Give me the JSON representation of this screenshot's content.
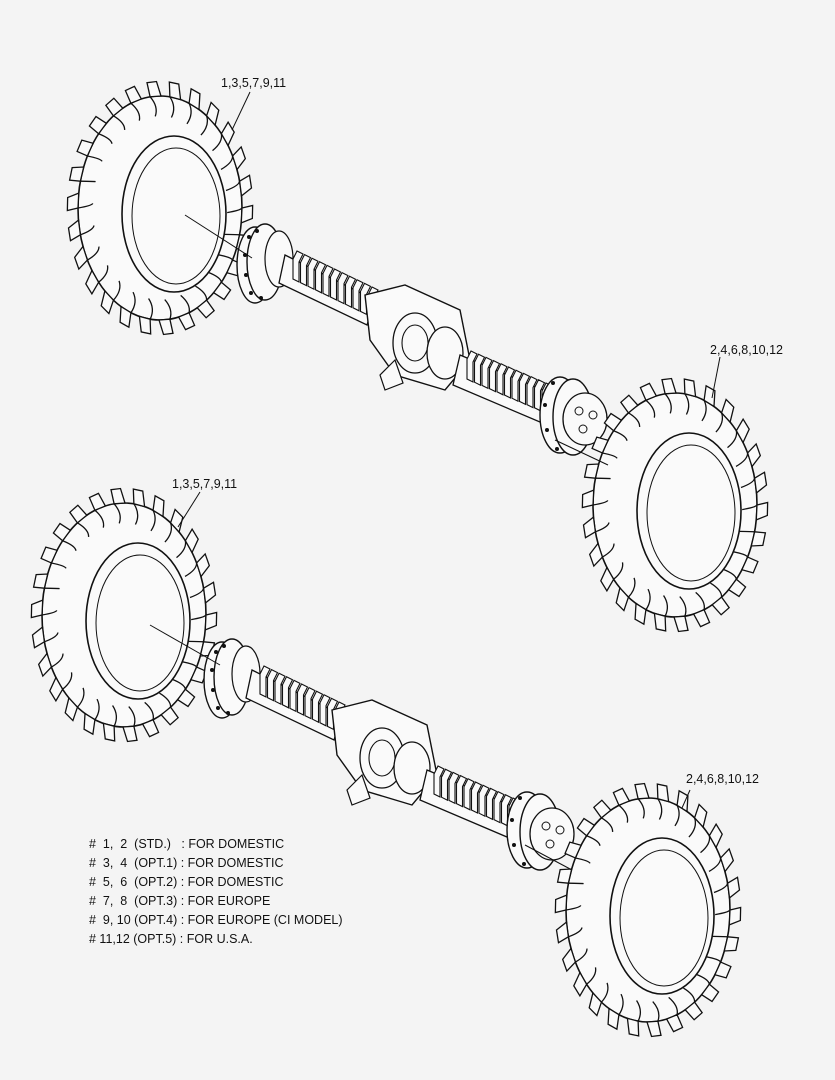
{
  "callouts": {
    "top_left_wheel": "1,3,5,7,9,11",
    "top_right_wheel": "2,4,6,8,10,12",
    "bottom_left_wheel": "1,3,5,7,9,11",
    "bottom_right_wheel": "2,4,6,8,10,12"
  },
  "legend": {
    "rows": [
      "#  1,  2  (STD.)   : FOR DOMESTIC",
      "#  3,  4  (OPT.1) : FOR DOMESTIC",
      "#  5,  6  (OPT.2) : FOR DOMESTIC",
      "#  7,  8  (OPT.3) : FOR EUROPE",
      "#  9, 10 (OPT.4) : FOR EUROPE (CI MODEL)",
      "# 11,12 (OPT.5) : FOR U.S.A."
    ]
  },
  "colors": {
    "ink": "#111111",
    "paper": "#f4f4f4"
  }
}
